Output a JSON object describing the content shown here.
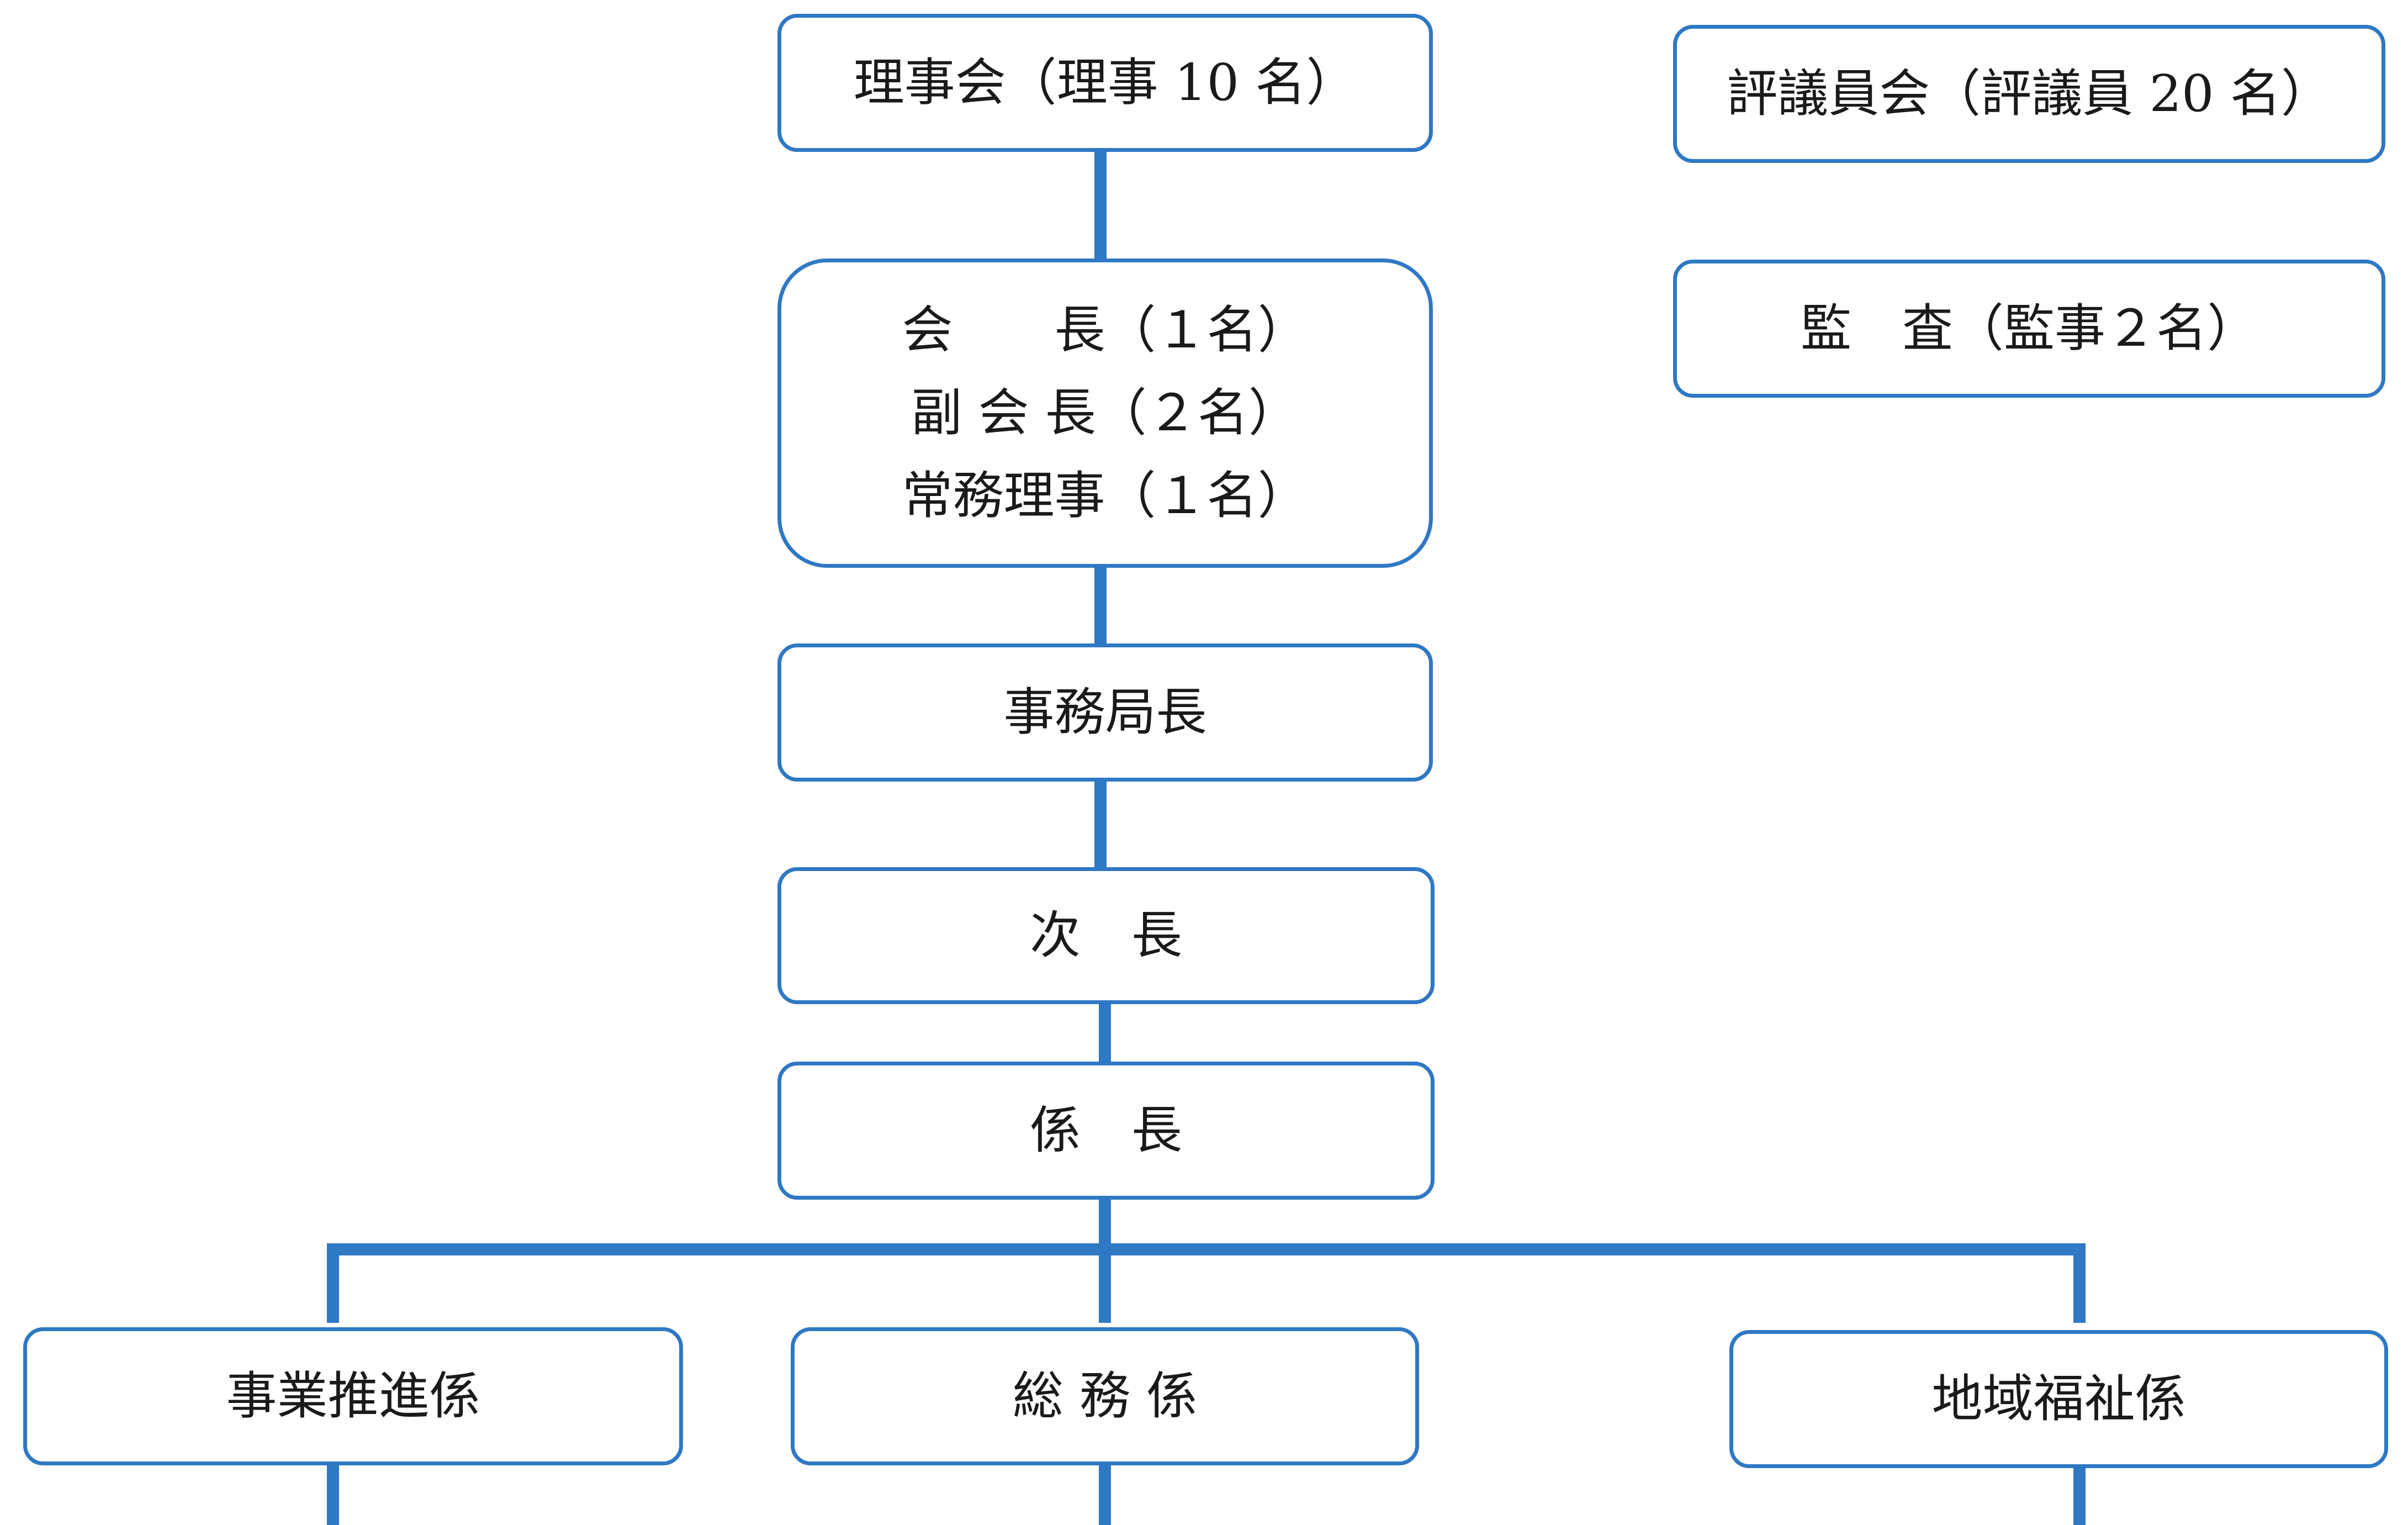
{
  "org_chart": {
    "board": "理事会（理事 10 名）",
    "council": "評議員会（評議員 20 名）",
    "executives": [
      "会　　長（１名）",
      "副 会 長（２名）",
      "常務理事（１名）"
    ],
    "auditors": "監　査（監事２名）",
    "secretary_general": "事務局長",
    "deputy": "次　長",
    "section_chief": "係　長",
    "sections": [
      "事業推進係",
      "総 務 係",
      "地域福祉係"
    ]
  },
  "colors": {
    "connector": "#2f78c4",
    "box_border": "#2f78c4",
    "text": "#1a1a1a",
    "background": "#ffffff"
  }
}
